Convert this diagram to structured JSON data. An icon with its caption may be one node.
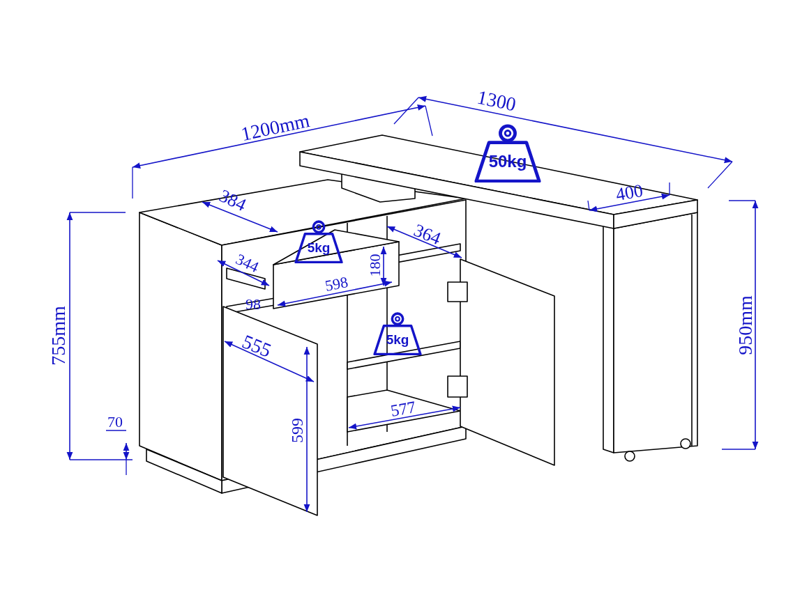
{
  "diagram": {
    "nodes": [
      {
        "text": [
          "50kg"
        ]
      },
      {
        "text": [
          "5kg"
        ]
      },
      {
        "text": [
          "5kg"
        ]
      }
    ],
    "labels": [
      "1300",
      "1200mm",
      "384",
      "400",
      "364",
      "344",
      "180",
      "598",
      "98",
      "555",
      "755mm",
      "950mm",
      "70",
      "599",
      "577"
    ]
  }
}
